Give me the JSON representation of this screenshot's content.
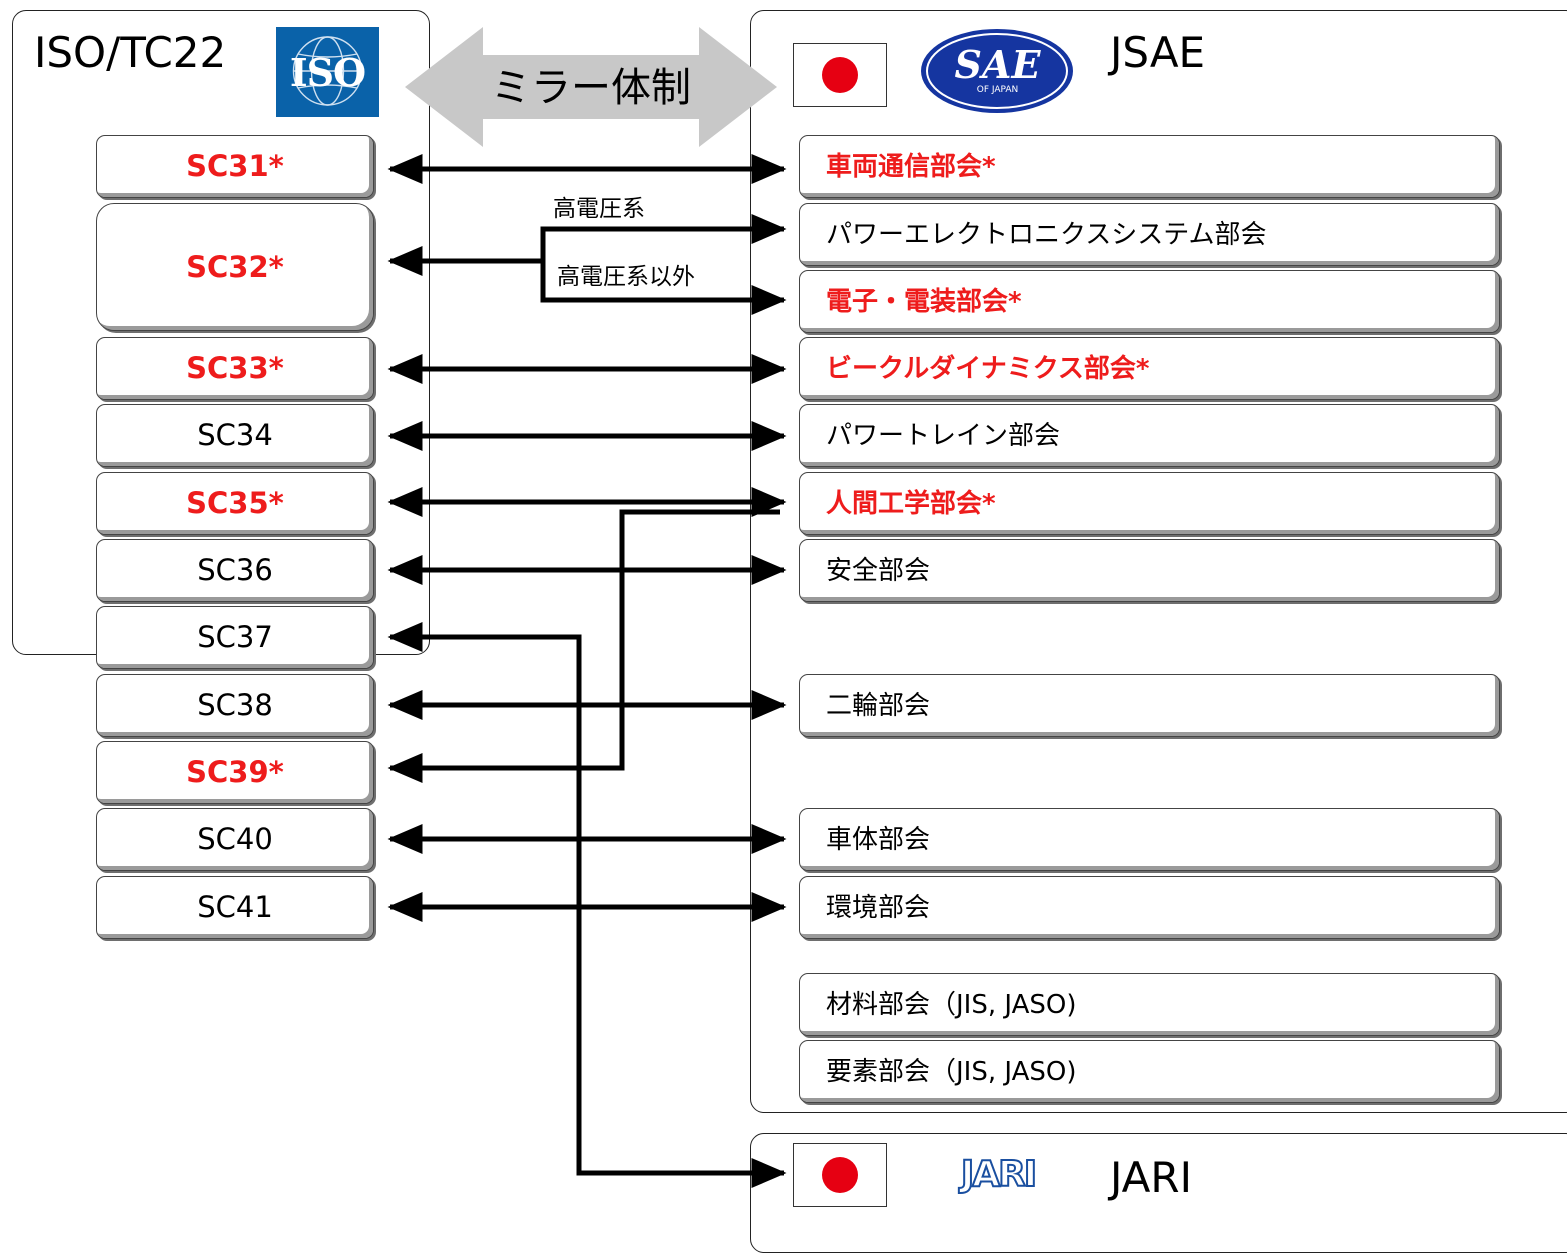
{
  "iso": {
    "title": "ISO/TC22",
    "logo_text": "ISO",
    "committees": [
      {
        "label": "SC31*",
        "highlight": true
      },
      {
        "label": "SC32*",
        "highlight": true
      },
      {
        "label": "SC33*",
        "highlight": true
      },
      {
        "label": "SC34",
        "highlight": false
      },
      {
        "label": "SC35*",
        "highlight": true
      },
      {
        "label": "SC36",
        "highlight": false
      },
      {
        "label": "SC37",
        "highlight": false
      },
      {
        "label": "SC38",
        "highlight": false
      },
      {
        "label": "SC39*",
        "highlight": true
      },
      {
        "label": "SC40",
        "highlight": false
      },
      {
        "label": "SC41",
        "highlight": false
      }
    ]
  },
  "mirror": {
    "label": "ミラー体制"
  },
  "jsae": {
    "title": "JSAE",
    "logo_text": "SAE",
    "logo_subtext": "OF JAPAN",
    "committees": [
      {
        "label": "車両通信部会*",
        "highlight": true
      },
      {
        "label": "パワーエレクトロニクスシステム部会",
        "highlight": false
      },
      {
        "label": "電子・電装部会*",
        "highlight": true
      },
      {
        "label": "ビークルダイナミクス部会*",
        "highlight": true
      },
      {
        "label": "パワートレイン部会",
        "highlight": false
      },
      {
        "label": "人間工学部会*",
        "highlight": true
      },
      {
        "label": "安全部会",
        "highlight": false
      },
      {
        "label": "二輪部会",
        "highlight": false
      },
      {
        "label": "車体部会",
        "highlight": false
      },
      {
        "label": "環境部会",
        "highlight": false
      },
      {
        "label": "材料部会（JIS, JASO)",
        "highlight": false
      },
      {
        "label": "要素部会（JIS, JASO)",
        "highlight": false
      }
    ]
  },
  "jari": {
    "title": "JARI",
    "logo_text": "JARI"
  },
  "branch_labels": {
    "high_voltage": "高電圧系",
    "non_high_voltage": "高電圧系以外"
  },
  "links": [
    {
      "from": "SC31*",
      "to": "車両通信部会*"
    },
    {
      "from": "SC32*",
      "to": "パワーエレクトロニクスシステム部会",
      "via": "高電圧系"
    },
    {
      "from": "SC32*",
      "to": "電子・電装部会*",
      "via": "高電圧系以外"
    },
    {
      "from": "SC33*",
      "to": "ビークルダイナミクス部会*"
    },
    {
      "from": "SC34",
      "to": "パワートレイン部会"
    },
    {
      "from": "SC35*",
      "to": "人間工学部会*"
    },
    {
      "from": "SC39*",
      "to": "人間工学部会*"
    },
    {
      "from": "SC36",
      "to": "安全部会"
    },
    {
      "from": "SC37",
      "to": "JARI"
    },
    {
      "from": "SC38",
      "to": "二輪部会"
    },
    {
      "from": "SC40",
      "to": "車体部会"
    },
    {
      "from": "SC41",
      "to": "環境部会"
    }
  ],
  "colors": {
    "highlight": "#ee1c1c",
    "iso_blue": "#0a62a9",
    "jsae_blue": "#1535a0",
    "jari_blue": "#1a4fa0",
    "flag_red": "#e60012",
    "mirror_arrow": "#c8c8c8"
  }
}
